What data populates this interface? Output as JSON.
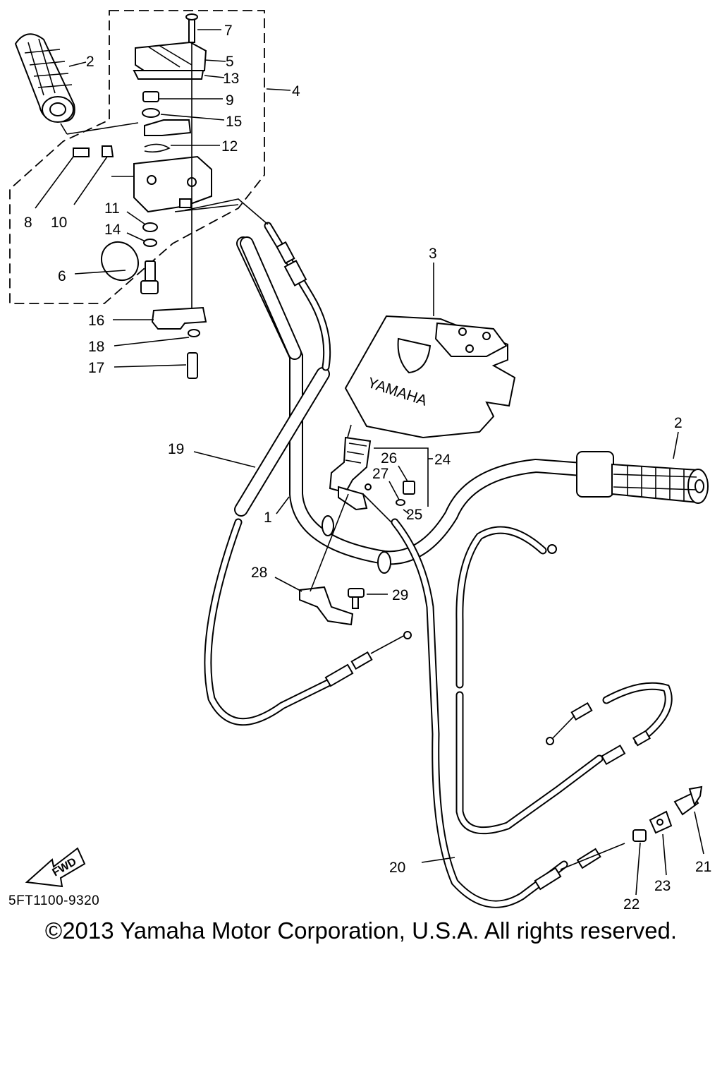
{
  "labels": {
    "p1": "1",
    "p2a": "2",
    "p2b": "2",
    "p3": "3",
    "p4": "4",
    "p5": "5",
    "p6": "6",
    "p7": "7",
    "p8": "8",
    "p9": "9",
    "p10": "10",
    "p11": "11",
    "p12": "12",
    "p13": "13",
    "p14": "14",
    "p15": "15",
    "p16": "16",
    "p17": "17",
    "p18": "18",
    "p19": "19",
    "p20": "20",
    "p21": "21",
    "p22": "22",
    "p23": "23",
    "p24": "24",
    "p25": "25",
    "p26": "26",
    "p27": "27",
    "p28": "28",
    "p29": "29"
  },
  "cover_brand": "YAMAHA",
  "fwd_label": "FWD",
  "diagram_code": "5FT1100-9320",
  "copyright": "©2013 Yamaha Motor Corporation, U.S.A. All rights reserved.",
  "icons": {
    "fwd_arrow": "fwd-arrow-icon"
  },
  "colors": {
    "ink": "#000000",
    "paper": "#ffffff"
  }
}
